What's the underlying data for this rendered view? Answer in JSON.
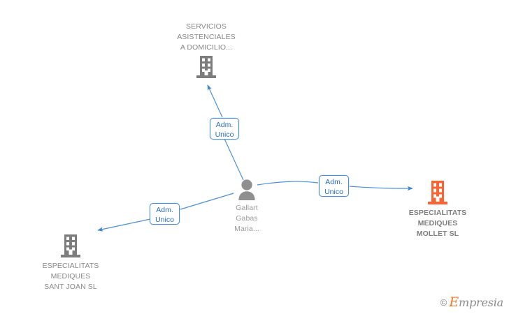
{
  "diagram": {
    "type": "org-relationship-graph",
    "background": "#ffffff",
    "colors": {
      "edge": "#4a90d9",
      "edge_label_border": "#4a90d9",
      "edge_label_text": "#2b6cb8",
      "node_gray": "#7d7d7d",
      "node_orange": "#fa6432",
      "label_gray": "#8c8c8c"
    },
    "nodes": [
      {
        "id": "servicios-asistenciales",
        "kind": "company",
        "icon": "building-icon",
        "icon_color": "#7d7d7d",
        "label": "SERVICIOS\nASISTENCIALES\nA DOMICILIO...",
        "label_position": "top",
        "highlighted": false
      },
      {
        "id": "gallart-gabas-maria",
        "kind": "person",
        "icon": "person-icon",
        "icon_color": "#8f8f8f",
        "label": "Gallart\nGabas\nMaria...",
        "label_position": "bottom",
        "highlighted": false
      },
      {
        "id": "especialitats-mediques-mollet",
        "kind": "company",
        "icon": "building-icon",
        "icon_color": "#fa6432",
        "label": "ESPECIALITATS\nMEDIQUES\nMOLLET SL",
        "label_position": "bottom",
        "highlighted": true
      },
      {
        "id": "especialitats-mediques-sant-joan",
        "kind": "company",
        "icon": "building-icon",
        "icon_color": "#7d7d7d",
        "label": "ESPECIALITATS\nMEDIQUES\nSANT JOAN  SL",
        "label_position": "bottom",
        "highlighted": false
      }
    ],
    "edges": [
      {
        "id": "edge-to-servicios",
        "from": "gallart-gabas-maria",
        "to": "servicios-asistenciales",
        "label": "Adm.\nUnico",
        "arrow": true
      },
      {
        "id": "edge-to-mollet",
        "from": "gallart-gabas-maria",
        "to": "especialitats-mediques-mollet",
        "label": "Adm.\nUnico",
        "arrow": true
      },
      {
        "id": "edge-to-sant-joan",
        "from": "gallart-gabas-maria",
        "to": "especialitats-mediques-sant-joan",
        "label": "Adm.\nUnico",
        "arrow": true
      }
    ]
  },
  "watermark": {
    "copyright": "©",
    "brand_initial": "E",
    "brand_rest": "mpresia"
  }
}
